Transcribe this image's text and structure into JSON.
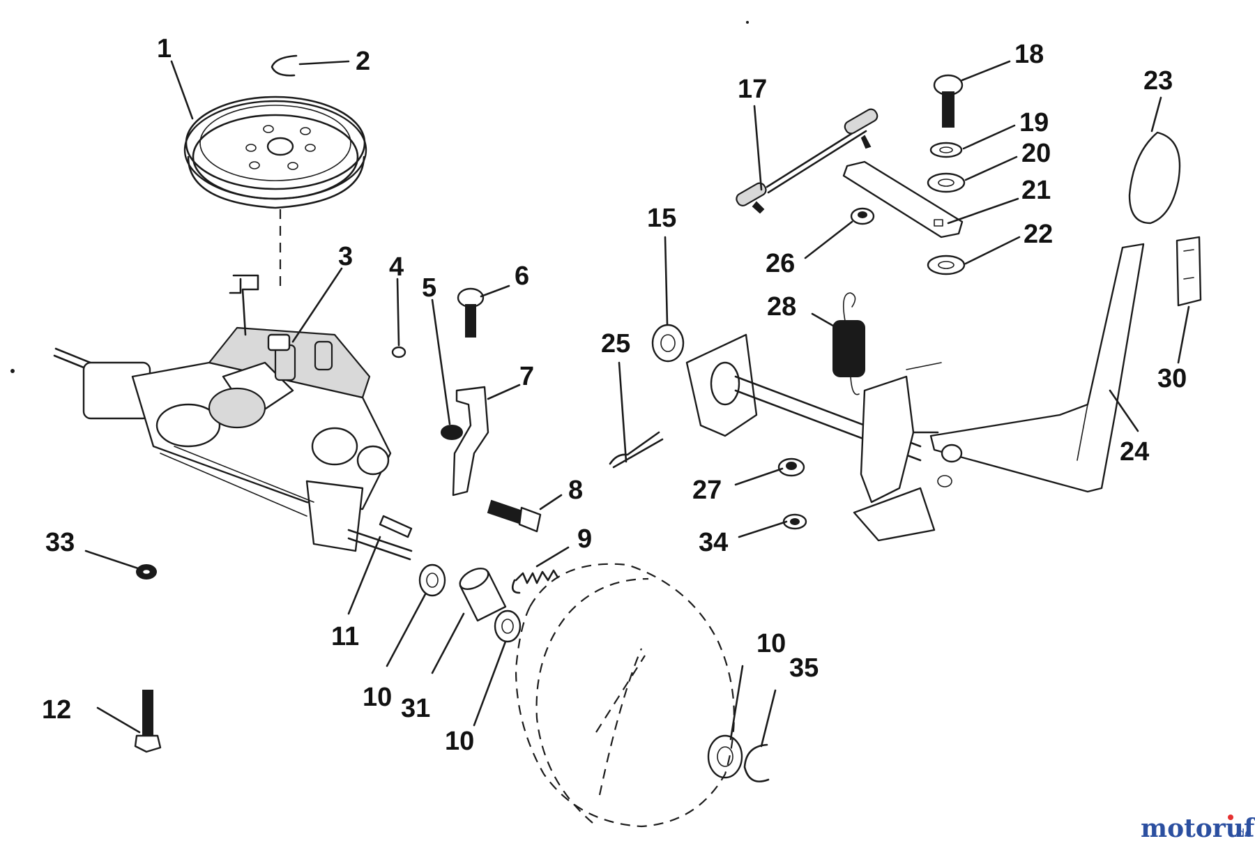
{
  "diagram": {
    "labels": [
      "1",
      "2",
      "3",
      "4",
      "5",
      "6",
      "7",
      "8",
      "9",
      "10",
      "11",
      "12",
      "15",
      "17",
      "18",
      "19",
      "20",
      "21",
      "22",
      "23",
      "24",
      "25",
      "26",
      "27",
      "28",
      "30",
      "31",
      "33",
      "34",
      "35"
    ]
  },
  "watermark": {
    "brand": "motoruf",
    "suffix": ".de",
    "brand_color": "#2b4fa0",
    "accent_color": "#e53030"
  }
}
